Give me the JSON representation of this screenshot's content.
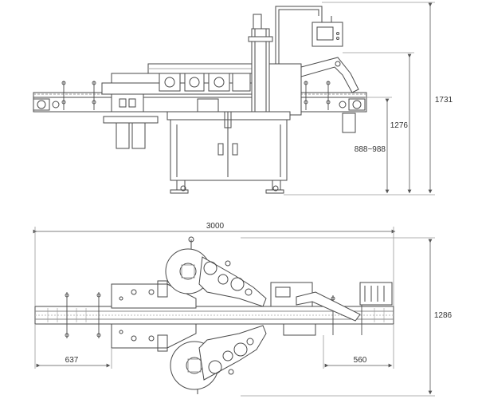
{
  "colors": {
    "line": "#4a4a4a",
    "thin": "#7a7a7a",
    "bg": "#ffffff"
  },
  "dimensions": {
    "total_height": "1731",
    "top_height": "1276",
    "work_height": "888~988",
    "total_length": "3000",
    "width": "1286",
    "left_offset": "637",
    "right_offset": "560"
  }
}
